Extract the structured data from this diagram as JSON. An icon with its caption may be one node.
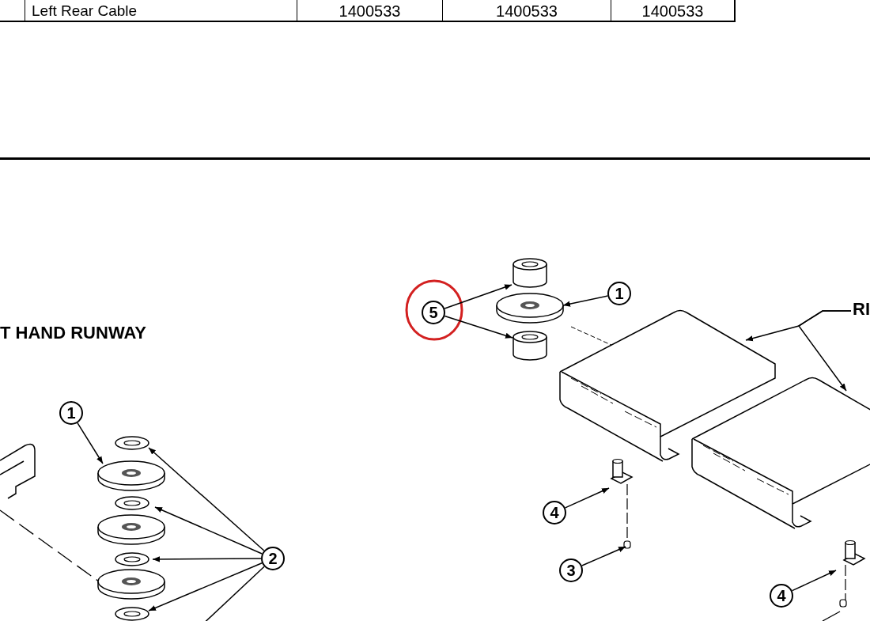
{
  "diagram": {
    "nodes": [
      {
        "text": [
          "1"
        ]
      },
      {
        "text": [
          "2"
        ]
      },
      {
        "text": [
          "5"
        ]
      },
      {
        "text": [
          "1"
        ]
      },
      {
        "text": [
          "RI"
        ]
      },
      {
        "text": [
          "4"
        ]
      },
      {
        "text": [
          "3"
        ]
      },
      {
        "text": [
          "4"
        ]
      }
    ],
    "edges": [
      {
        "from": 0,
        "to": null,
        "arrow": "to"
      },
      {
        "from": 1,
        "to": null,
        "arrow": "to"
      },
      {
        "from": 1,
        "to": null,
        "arrow": "to"
      },
      {
        "from": 1,
        "to": null,
        "arrow": "to"
      },
      {
        "from": 1,
        "to": null,
        "arrow": "to"
      },
      {
        "from": 1,
        "to": null,
        "arrow": "none"
      },
      {
        "from": 2,
        "to": null,
        "arrow": "to"
      },
      {
        "from": 2,
        "to": null,
        "arrow": "to"
      },
      {
        "from": 3,
        "to": null,
        "arrow": "to"
      },
      {
        "from": 4,
        "to": null,
        "arrow": "to"
      },
      {
        "from": 4,
        "to": null,
        "arrow": "to"
      },
      {
        "from": 5,
        "to": null,
        "arrow": "to"
      },
      {
        "from": 6,
        "to": null,
        "arrow": "to"
      },
      {
        "from": 7,
        "to": null,
        "arrow": "to"
      }
    ],
    "labels": [
      "Left Rear Cable",
      "1400533",
      "1400533",
      "1400533",
      "T HAND RUNWAY"
    ]
  }
}
